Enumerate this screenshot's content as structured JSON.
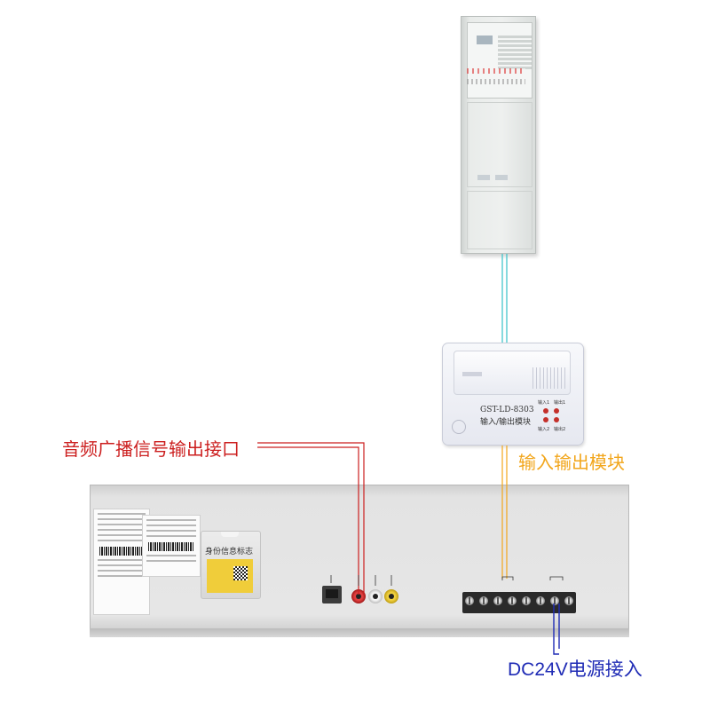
{
  "annotations": {
    "audio_output": "音频广播信号输出接口",
    "io_module": "输入输出模块",
    "power_input": "DC24V电源接入"
  },
  "module": {
    "model": "GST-LD-8303",
    "name": "输入/输出模块",
    "indicators": [
      "输入1",
      "输出1",
      "输入2",
      "输出2"
    ]
  },
  "broadcast_unit": {
    "id_tag_label": "身份信息标志"
  },
  "colors": {
    "audio_line": "#cc1f1f",
    "module_line": "#f2a61c",
    "bus_line": "#36c2c8",
    "power_line": "#1f2bb5"
  }
}
